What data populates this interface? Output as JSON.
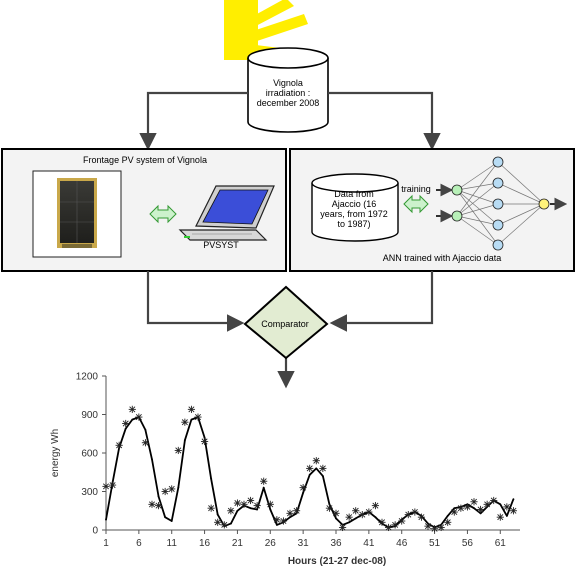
{
  "top": {
    "cylinder_text": [
      "Vignola",
      "irradiation :",
      "december 2008"
    ]
  },
  "left_panel": {
    "title": "Frontage PV system of Vignola",
    "software_label": "PVSYST"
  },
  "right_panel": {
    "cylinder_text": [
      "Data from",
      "Ajaccio (16",
      "years, from 1972",
      "to 1987)"
    ],
    "arrow_label": "training",
    "caption": "ANN trained with Ajaccio data"
  },
  "comparator": {
    "label": "Comparator"
  },
  "colors": {
    "sun": "#ffee00",
    "panel_fill": "#f3f3f3",
    "neuron_green": "#b8f0b8",
    "neuron_blue": "#b8dcf4",
    "neuron_yellow": "#fff27a",
    "diamond_fill": "#e2ecd2",
    "laptop_screen": "#3b4ed8"
  },
  "icons": [
    "sun-icon",
    "database-icon",
    "solar-panel-icon",
    "laptop-icon",
    "double-arrow-icon",
    "neural-network-icon",
    "comparator-diamond-icon"
  ],
  "chart_data": {
    "type": "line",
    "xlabel": "Hours (21-27 dec-08)",
    "ylabel": "energy Wh",
    "xlim": [
      1,
      64
    ],
    "ylim": [
      0,
      1200
    ],
    "x_ticks": [
      1,
      6,
      11,
      16,
      21,
      26,
      31,
      36,
      41,
      46,
      51,
      56,
      61
    ],
    "y_ticks": [
      0,
      300,
      600,
      900,
      1200
    ],
    "grid": false,
    "series": [
      {
        "style": "solid-line",
        "x": [
          1,
          2,
          3,
          4,
          5,
          6,
          7,
          8,
          9,
          10,
          11,
          12,
          13,
          14,
          15,
          16,
          17,
          18,
          19,
          20,
          21,
          22,
          23,
          24,
          25,
          26,
          27,
          28,
          29,
          30,
          31,
          32,
          33,
          34,
          35,
          36,
          37,
          38,
          39,
          40,
          41,
          42,
          43,
          44,
          45,
          46,
          47,
          48,
          49,
          50,
          51,
          52,
          53,
          54,
          55,
          56,
          57,
          58,
          59,
          60,
          61,
          62,
          63
        ],
        "values": [
          80,
          370,
          640,
          790,
          860,
          880,
          780,
          550,
          260,
          100,
          70,
          330,
          700,
          860,
          880,
          720,
          400,
          120,
          30,
          50,
          150,
          190,
          170,
          160,
          330,
          160,
          40,
          60,
          100,
          130,
          290,
          430,
          480,
          420,
          200,
          90,
          40,
          60,
          90,
          120,
          140,
          100,
          50,
          20,
          30,
          80,
          120,
          140,
          110,
          50,
          20,
          40,
          110,
          170,
          180,
          200,
          170,
          130,
          180,
          230,
          200,
          110,
          240
        ]
      },
      {
        "style": "asterisk-markers",
        "x": [
          1,
          2,
          3,
          4,
          5,
          6,
          7,
          8,
          9,
          10,
          11,
          12,
          13,
          14,
          15,
          16,
          17,
          18,
          19,
          20,
          21,
          22,
          23,
          24,
          25,
          26,
          27,
          28,
          29,
          30,
          31,
          32,
          33,
          34,
          35,
          36,
          37,
          38,
          39,
          40,
          41,
          42,
          43,
          44,
          45,
          46,
          47,
          48,
          49,
          50,
          51,
          52,
          53,
          54,
          55,
          56,
          57,
          58,
          59,
          60,
          61,
          62,
          63
        ],
        "values": [
          340,
          350,
          660,
          830,
          940,
          880,
          680,
          200,
          190,
          300,
          320,
          620,
          840,
          940,
          880,
          690,
          170,
          60,
          40,
          150,
          210,
          200,
          230,
          190,
          380,
          200,
          80,
          70,
          130,
          150,
          330,
          480,
          540,
          480,
          170,
          130,
          20,
          100,
          150,
          120,
          140,
          190,
          60,
          20,
          40,
          70,
          120,
          140,
          100,
          30,
          10,
          20,
          60,
          140,
          170,
          180,
          220,
          160,
          200,
          230,
          100,
          180,
          150
        ]
      }
    ]
  }
}
